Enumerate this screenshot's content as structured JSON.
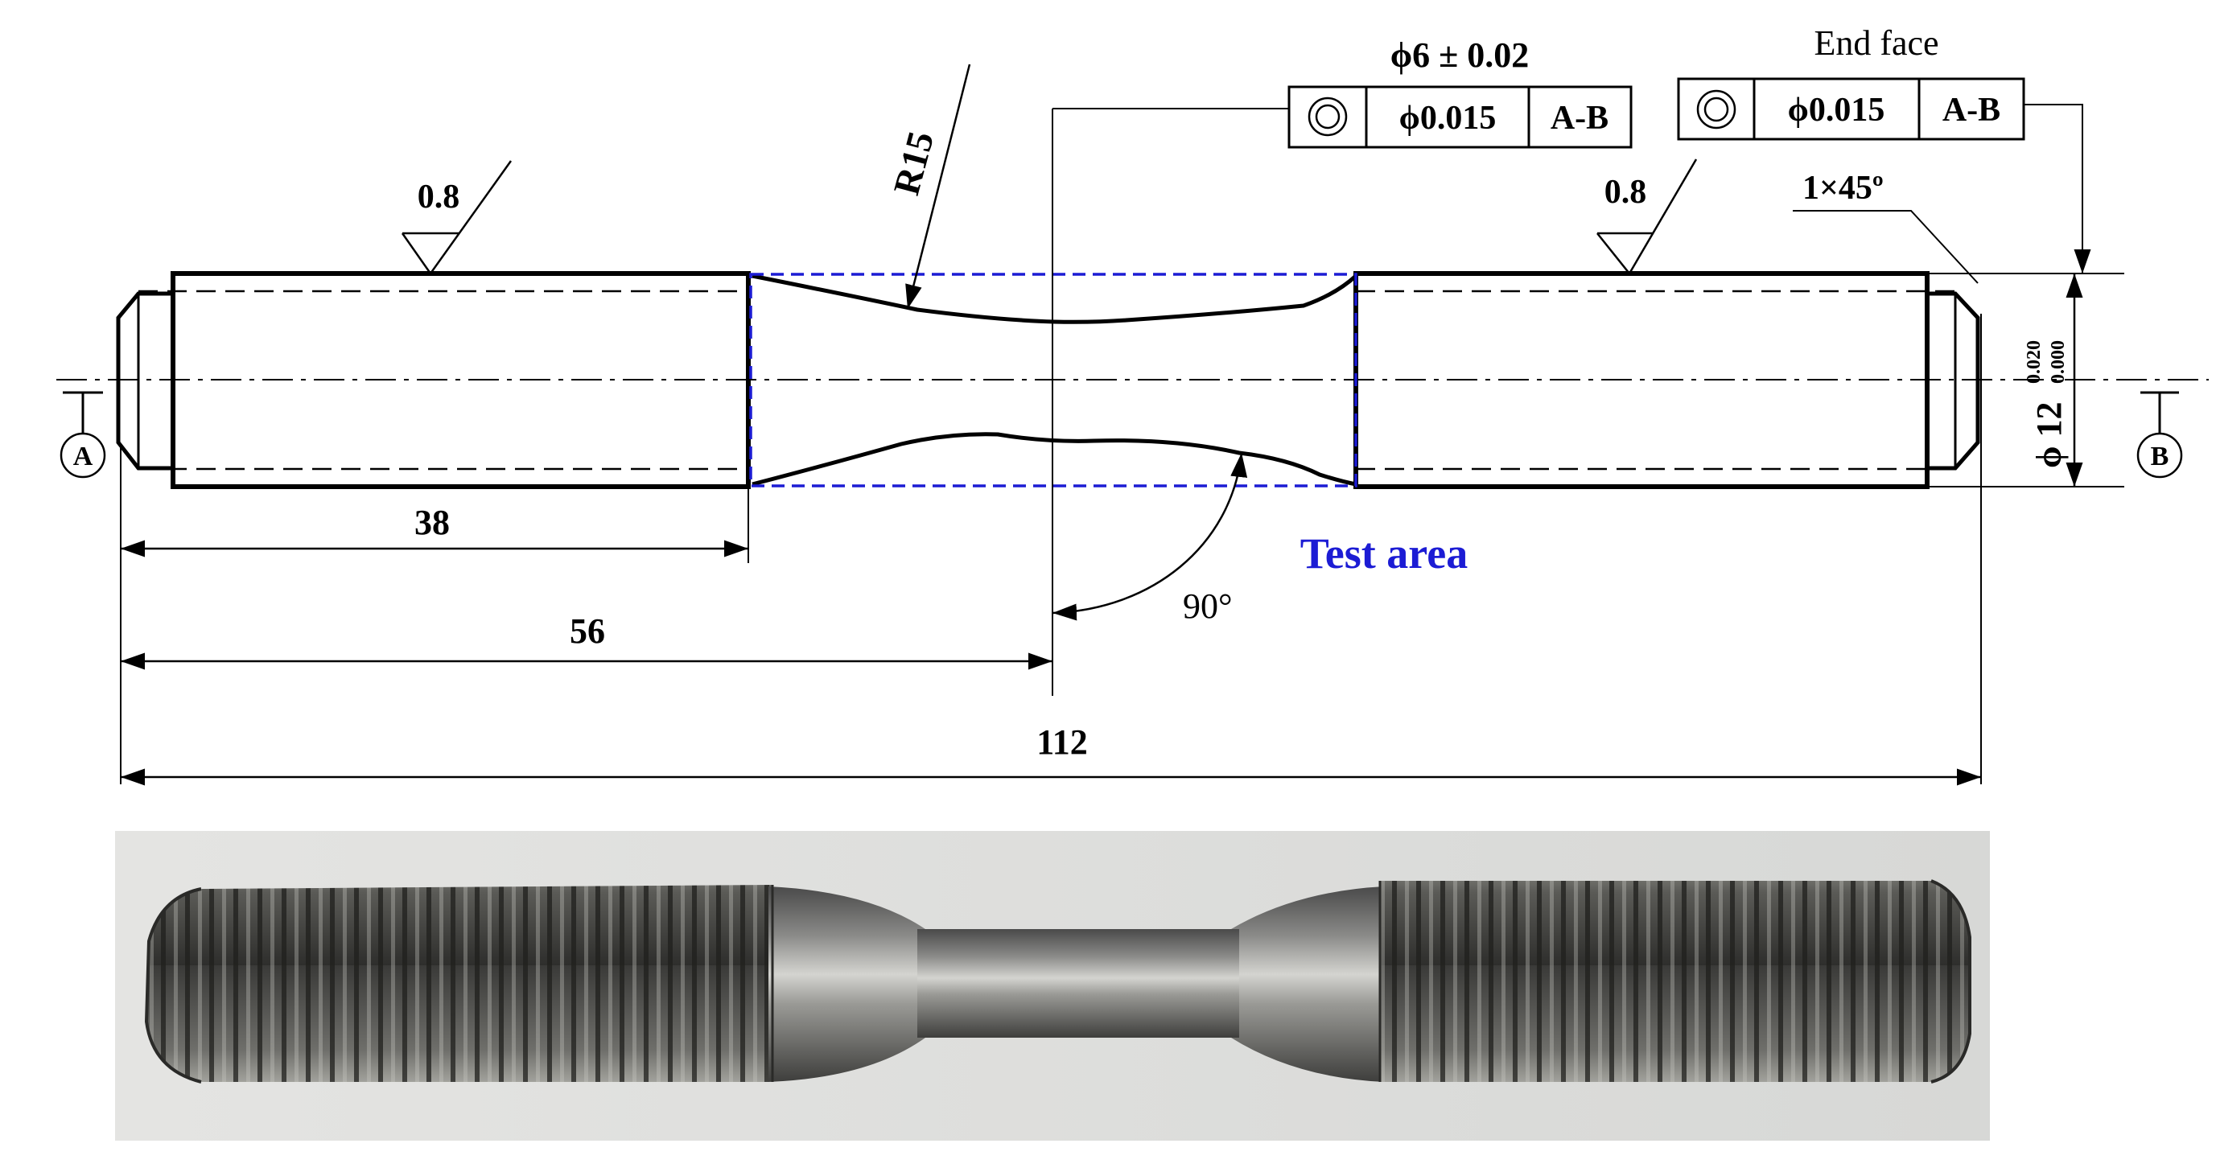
{
  "datums": {
    "a": "A",
    "b": "B"
  },
  "dimensions": {
    "thread_length": "38",
    "half_length": "56",
    "total_length": "112",
    "neck_radius": "R15",
    "angle": "90°",
    "chamfer": "1×45º",
    "diameter_prefix": "ϕ 12",
    "tol_upper": "0.020",
    "tol_lower": "0.000"
  },
  "roughness": {
    "left": "0.8",
    "right": "0.8"
  },
  "fcf_center": {
    "header": "ϕ6 ± 0.02",
    "tolerance": "ϕ0.015",
    "datum": "A-B",
    "symbol": "concentricity-symbol"
  },
  "fcf_end": {
    "header": "End face",
    "tolerance": "ϕ0.015",
    "datum": "A-B",
    "symbol": "concentricity-symbol"
  },
  "test_area": {
    "label": "Test area",
    "color": "#1c1cd4"
  },
  "photo": {
    "icon": "threaded-specimen-photo"
  }
}
